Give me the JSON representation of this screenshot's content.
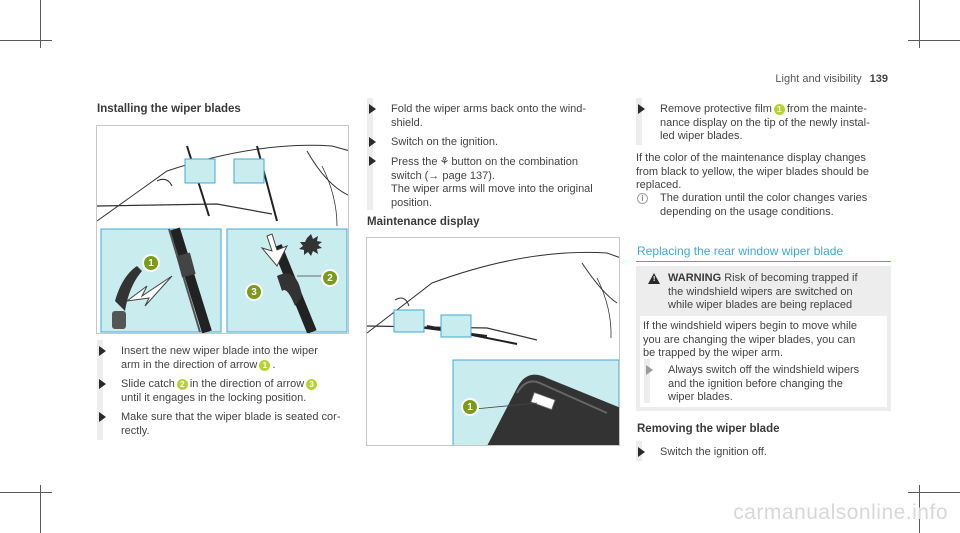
{
  "header": {
    "section": "Light and visibility",
    "page": "139"
  },
  "left": {
    "title": "Installing the wiper blades",
    "steps": [
      {
        "a": "Insert the new wiper blade into the wiper",
        "b": "arm in the direction of arrow",
        "b_num": "1",
        "b_end": "."
      },
      {
        "a": "Slide catch",
        "a_num": "2",
        "a_rest": "in the direction of arrow",
        "a_num2": "3",
        "b": "until it engages in the locking position."
      },
      {
        "a": "Make sure that the wiper blade is seated cor-",
        "b": "rectly."
      }
    ],
    "callouts": [
      "1",
      "3",
      "2"
    ]
  },
  "middle": {
    "steps": [
      {
        "a": "Fold the wiper arms back onto the wind-",
        "b": "shield."
      },
      {
        "a": "Switch on the ignition."
      },
      {
        "a_pre": "Press the",
        "a_icon": "⚘",
        "a_post": "button on the combination",
        "b": "switch (→ page 137).",
        "c": "The wiper arms will move into the original",
        "d": "position."
      }
    ],
    "subtitle": "Maintenance display",
    "callout": "1"
  },
  "right": {
    "step1": {
      "a_pre": "Remove protective film",
      "a_num": "1",
      "a_post": "from the mainte-",
      "b": "nance display on the tip of the newly instal-",
      "c": "led wiper blades."
    },
    "para": [
      "If the color of the maintenance display changes",
      "from black to yellow, the wiper blades should be",
      "replaced."
    ],
    "note": [
      "The duration until the color changes varies",
      "depending on the usage conditions."
    ],
    "note_icon": "i",
    "section_title": "Replacing the rear window wiper blade",
    "warning": {
      "label": "WARNING",
      "l1": "Risk of becoming trapped if",
      "l2": "the windshield wipers are switched on",
      "l3": "while wiper blades are being replaced",
      "p1": "If the windshield wipers begin to move while",
      "p2": "you are changing the wiper blades, you can",
      "p3": "be trapped by the wiper arm.",
      "s1": "Always switch off the windshield wipers",
      "s2": "and the ignition before changing the",
      "s3": "wiper blades."
    },
    "removing_title": "Removing the wiper blade",
    "removing_step": "Switch the ignition off."
  },
  "watermark": "carmanualsonline.info",
  "colors": {
    "accent": "#3da9d8",
    "callout": "#b8d235",
    "figure_bg": "#c9ecee"
  }
}
